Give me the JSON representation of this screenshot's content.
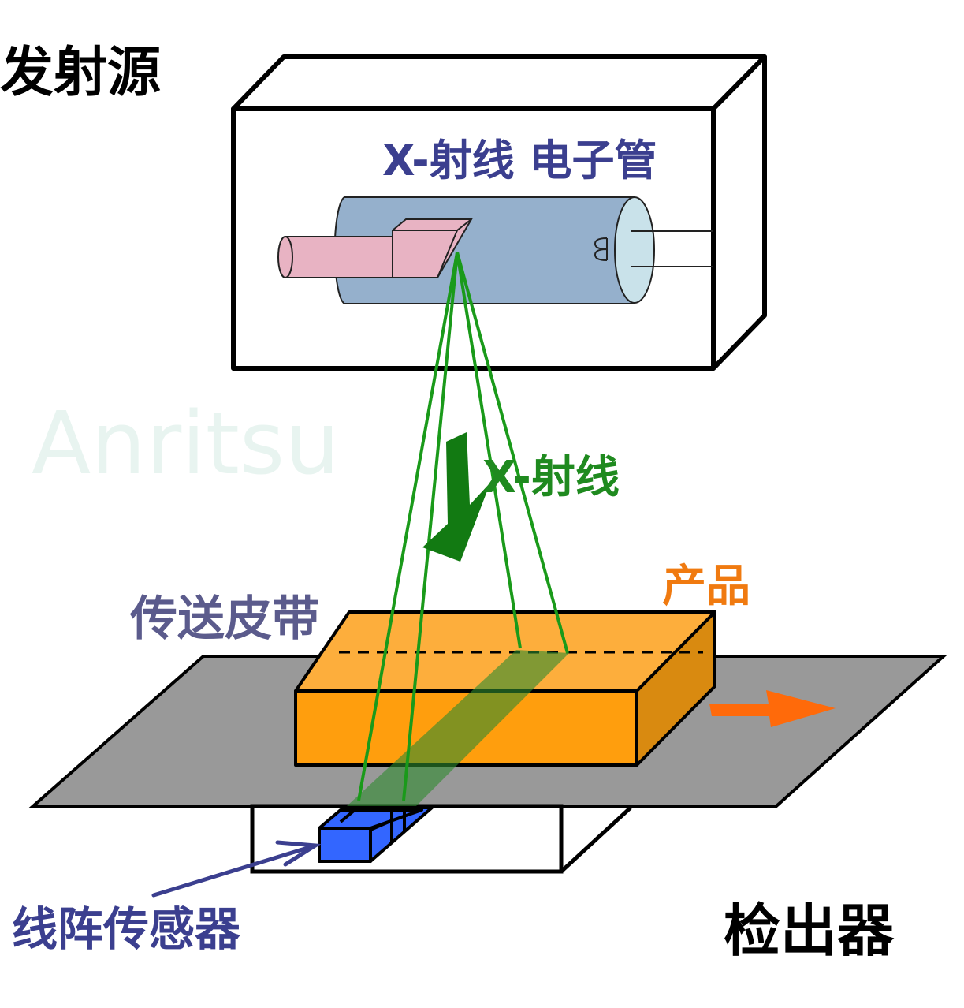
{
  "labels": {
    "emitter": "发射源",
    "xray_tube": "X-射线 电子管",
    "xray": "X-射线",
    "product": "产品",
    "conveyor": "传送皮带",
    "line_sensor": "线阵传感器",
    "detector": "检出器"
  },
  "watermark": "Anritsu",
  "colors": {
    "tube_label": "#3b3f8f",
    "xray": "#1f8a1f",
    "product": "#f07a10",
    "conveyor_label": "#5b5b8c",
    "product_fill": "#ff9e0d",
    "belt": "#999999",
    "sensor": "#3366ff"
  }
}
